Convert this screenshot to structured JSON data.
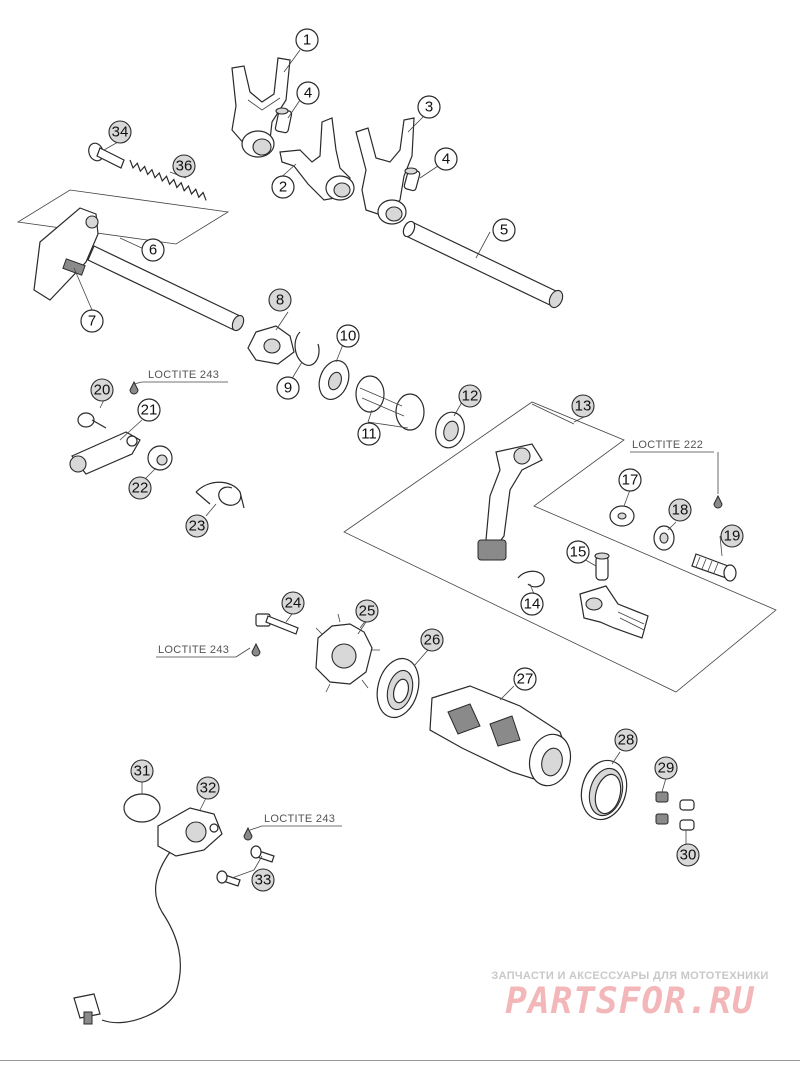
{
  "callouts": [
    {
      "id": "1",
      "text": "1"
    },
    {
      "id": "2",
      "text": "2"
    },
    {
      "id": "3",
      "text": "3"
    },
    {
      "id": "4a",
      "text": "4"
    },
    {
      "id": "4b",
      "text": "4"
    },
    {
      "id": "5",
      "text": "5"
    },
    {
      "id": "6",
      "text": "6"
    },
    {
      "id": "7",
      "text": "7"
    },
    {
      "id": "8",
      "text": "8"
    },
    {
      "id": "9",
      "text": "9"
    },
    {
      "id": "10",
      "text": "10"
    },
    {
      "id": "11",
      "text": "11"
    },
    {
      "id": "12",
      "text": "12"
    },
    {
      "id": "13",
      "text": "13"
    },
    {
      "id": "14",
      "text": "14"
    },
    {
      "id": "15",
      "text": "15"
    },
    {
      "id": "17",
      "text": "17"
    },
    {
      "id": "18",
      "text": "18"
    },
    {
      "id": "19",
      "text": "19"
    },
    {
      "id": "20",
      "text": "20"
    },
    {
      "id": "21",
      "text": "21"
    },
    {
      "id": "22",
      "text": "22"
    },
    {
      "id": "23",
      "text": "23"
    },
    {
      "id": "24",
      "text": "24"
    },
    {
      "id": "25",
      "text": "25"
    },
    {
      "id": "26",
      "text": "26"
    },
    {
      "id": "27",
      "text": "27"
    },
    {
      "id": "28",
      "text": "28"
    },
    {
      "id": "29",
      "text": "29"
    },
    {
      "id": "30",
      "text": "30"
    },
    {
      "id": "31",
      "text": "31"
    },
    {
      "id": "32",
      "text": "32"
    },
    {
      "id": "33",
      "text": "33"
    },
    {
      "id": "34",
      "text": "34"
    },
    {
      "id": "36",
      "text": "36"
    }
  ],
  "loctite_notes": [
    {
      "id": "l1",
      "text": "LOCTITE 243"
    },
    {
      "id": "l2",
      "text": "LOCTITE 222"
    },
    {
      "id": "l3",
      "text": "LOCTITE 243"
    },
    {
      "id": "l4",
      "text": "LOCTITE 243"
    }
  ],
  "watermark": {
    "tagline": "ЗАПЧАСТИ И АКСЕССУАРЫ ДЛЯ МОТОТЕХНИКИ",
    "brand": "PARTSFOR.RU"
  },
  "colors": {
    "line": "#2a2a2a",
    "shade": "#d8d8d8",
    "watermark_text": "#c8c8c8",
    "watermark_brand": "#f3b7b9"
  }
}
